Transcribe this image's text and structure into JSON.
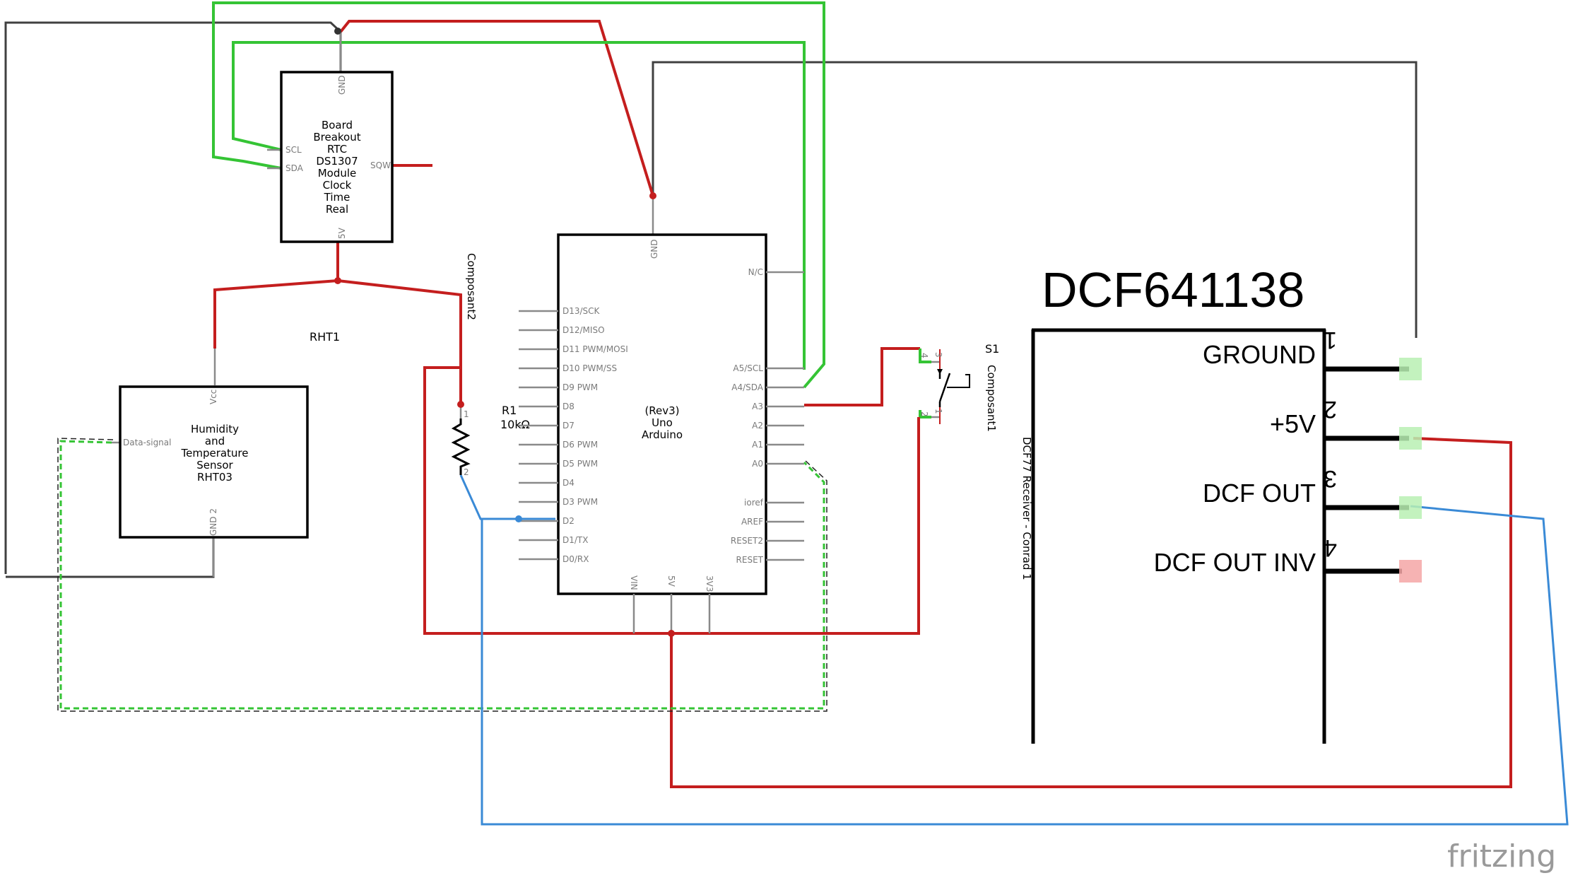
{
  "rtc": {
    "title_lines": [
      "Board",
      "Breakout",
      "RTC",
      "DS1307",
      "Module",
      "Clock",
      "Time",
      "Real"
    ],
    "pins": {
      "gnd": "GND",
      "scl": "SCL",
      "sda": "SDA",
      "sqw": "SQW",
      "v5": "5V"
    }
  },
  "rht": {
    "label": "RHT1",
    "title_lines": [
      "Humidity",
      "and",
      "Temperature",
      "Sensor",
      "RHT03"
    ],
    "pins": {
      "vcc": "Vcc",
      "data": "Data-signal",
      "gnd": "GND 2"
    }
  },
  "resistor": {
    "ref": "R1",
    "value": "10kΩ",
    "part": "Composant2",
    "pin1": "1",
    "pin2": "2"
  },
  "arduino": {
    "title_lines": [
      "(Rev3)",
      "Uno",
      "Arduino"
    ],
    "top_pin": "GND",
    "left_pins": [
      "D13/SCK",
      "D12/MISO",
      "D11 PWM/MOSI",
      "D10 PWM/SS",
      "D9 PWM",
      "D8",
      "D7",
      "D6 PWM",
      "D5 PWM",
      "D4",
      "D3 PWM",
      "D2",
      "D1/TX",
      "D0/RX"
    ],
    "right_pins_top": [
      "N/C"
    ],
    "right_pins": [
      "A5/SCL",
      "A4/SDA",
      "A3",
      "A2",
      "A1",
      "A0"
    ],
    "right_pins_bottom": [
      "ioref",
      "AREF",
      "RESET2",
      "RESET"
    ],
    "bottom_pins": [
      "VIN",
      "5V",
      "3V3"
    ]
  },
  "switch": {
    "ref": "S1",
    "part": "Composant1",
    "pin_numbers": [
      "3",
      "4",
      "1",
      "2"
    ]
  },
  "dcf": {
    "title": "DCF641138",
    "side_label": "DCF77 Receiver - Conrad 1",
    "pins": [
      {
        "name": "GROUND",
        "num": "1",
        "state": "connected"
      },
      {
        "name": "+5V",
        "num": "2",
        "state": "connected"
      },
      {
        "name": "DCF OUT",
        "num": "3",
        "state": "connected"
      },
      {
        "name": "DCF OUT INV",
        "num": "4",
        "state": "unconnected"
      }
    ]
  },
  "colors": {
    "power": "#c41e1e",
    "i2c": "#35c435",
    "ground": "#404040",
    "signal": "#3a8ad6"
  },
  "logo": {
    "text": "fritzing"
  }
}
